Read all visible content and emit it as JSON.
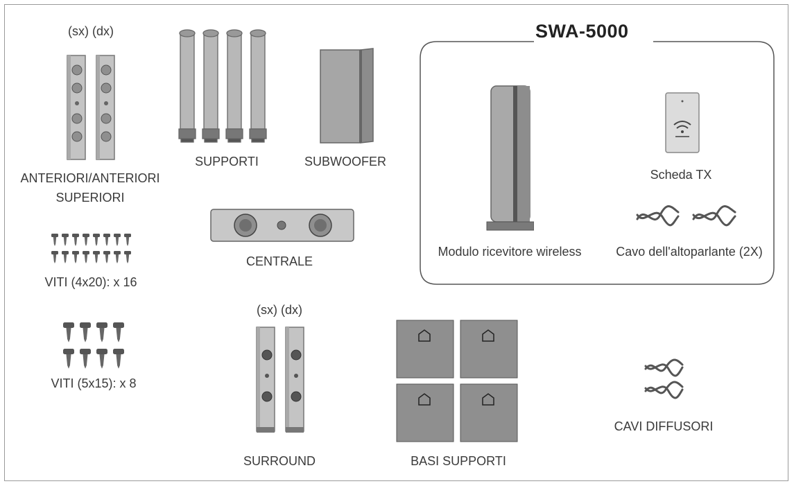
{
  "front": {
    "lr_label": "(sx) (dx)",
    "label_line1": "ANTERIORI/ANTERIORI",
    "label_line2": "SUPERIORI"
  },
  "supports": {
    "label": "SUPPORTI"
  },
  "subwoofer": {
    "label": "SUBWOOFER"
  },
  "center": {
    "label": "CENTRALE"
  },
  "screws_large": {
    "label": "VITI (4x20): x 16"
  },
  "screws_small": {
    "label": "VITI (5x15): x 8"
  },
  "surround": {
    "lr_label": "(sx) (dx)",
    "label": "SURROUND"
  },
  "stand_bases": {
    "label": "BASI SUPPORTI"
  },
  "speaker_cables": {
    "label": "CAVI DIFFUSORI"
  },
  "swa_kit": {
    "title": "SWA-5000",
    "receiver_label": "Modulo ricevitore wireless",
    "tx_card_label": "Scheda TX",
    "cable_label": "Cavo dell'altoparlante (2X)"
  }
}
